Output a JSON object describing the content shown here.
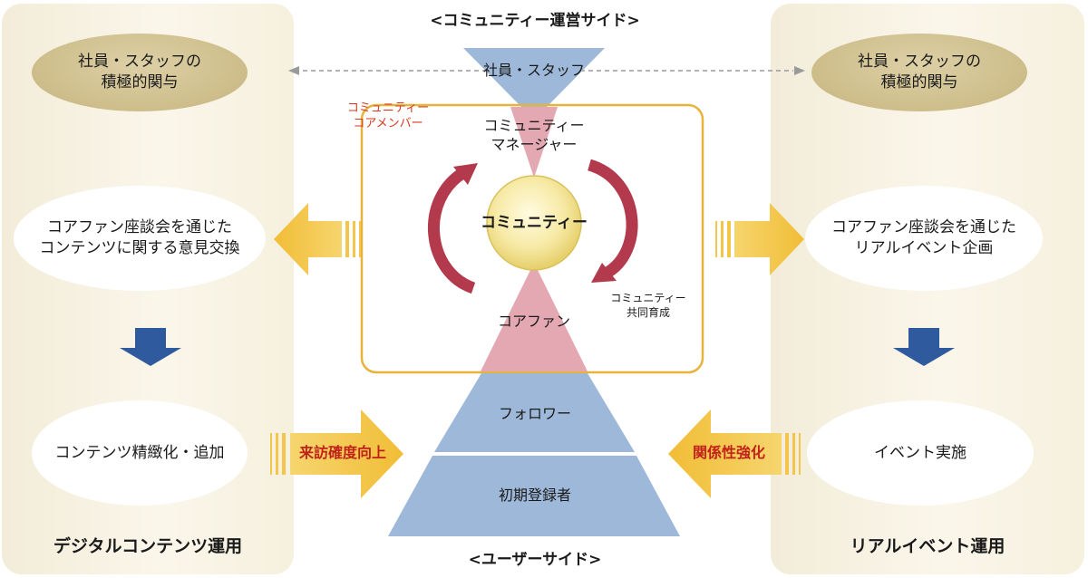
{
  "top_title": "<コミュニティー運営サイド>",
  "bottom_title": "<ユーザーサイド>",
  "left_panel": {
    "title": "デジタルコンテンツ運用",
    "top_oval": "社員・スタッフの\n積極的関与",
    "middle_oval": "コアファン座談会を通じた\nコンテンツに関する意見交換",
    "bottom_oval": "コンテンツ精緻化・追加"
  },
  "right_panel": {
    "title": "リアルイベント運用",
    "top_oval": "社員・スタッフの\n積極的関与",
    "middle_oval": "コアファン座談会を通じた\nリアルイベント企画",
    "bottom_oval": "イベント実施"
  },
  "center": {
    "staff_label": "社員・スタッフ",
    "manager_label": "コミュニティー\nマネージャー",
    "core_member_label": "コミュニティー\nコアメンバー",
    "community_label": "コミュニティー",
    "core_fan_label": "コアファン",
    "co_growth_label": "コミュニティー\n共同育成",
    "follower_label": "フォロワー",
    "registrant_label": "初期登録者"
  },
  "arrows": {
    "left_bottom_label": "来訪確度向上",
    "right_bottom_label": "関係性強化"
  },
  "colors": {
    "blue": "#9db8d8",
    "pink": "#e4a8b2",
    "gold_arrow": "#f3c54a",
    "navy_arrow": "#2f5b9e",
    "frame": "#e8b33a",
    "curved_arrow": "#b23a4c"
  }
}
